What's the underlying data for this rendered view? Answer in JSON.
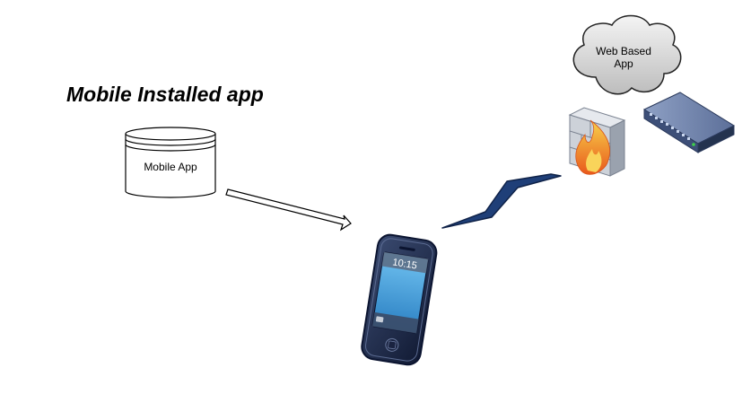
{
  "diagram": {
    "heading": "Mobile Installed app",
    "datastore": {
      "label": "Mobile App"
    },
    "cloud": {
      "label_line1": "Web Based",
      "label_line2": "App"
    },
    "phone": {
      "clock": "10:15"
    },
    "icons": {
      "datastore": "database-cylinder-icon",
      "cloud": "cloud-icon",
      "firewall": "firewall-icon",
      "switch": "network-switch-icon",
      "phone": "smartphone-icon",
      "link": "wireless-link-icon",
      "arrow": "hollow-arrow-icon"
    },
    "colors": {
      "link_fill": "#1f3f78",
      "phone_body": "#1d2d52",
      "phone_screen": "#4aa6e3",
      "cloud_fill": "#d4d4d4",
      "flame": "#ef7a1f",
      "switch_body": "#3d4f78"
    }
  }
}
